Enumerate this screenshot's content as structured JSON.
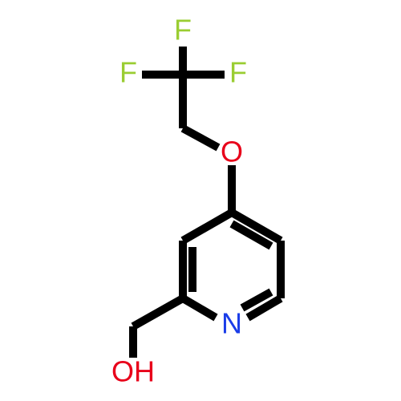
{
  "molecule": {
    "labels": {
      "f_top": "F",
      "f_left": "F",
      "f_right": "F",
      "oxygen": "O",
      "nitrogen": "N",
      "hydroxyl": "OH"
    },
    "colors": {
      "fluorine": "#9ACD32",
      "oxygen": "#E8001A",
      "nitrogen": "#1A3CE8",
      "bond": "#000000"
    }
  }
}
